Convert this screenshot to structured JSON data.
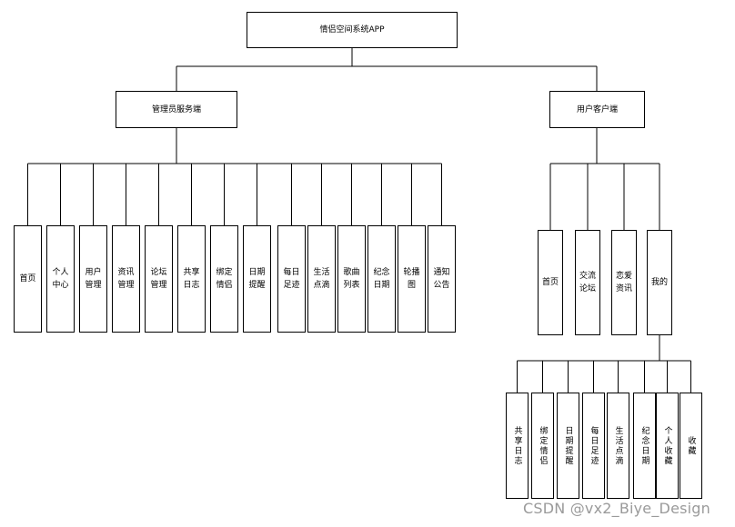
{
  "root": {
    "label": "情侣空间系统APP"
  },
  "admin": {
    "label": "管理员服务端",
    "items": [
      {
        "label": "首页"
      },
      {
        "label": "个人中心"
      },
      {
        "label": "用户管理"
      },
      {
        "label": "资讯管理"
      },
      {
        "label": "论坛管理"
      },
      {
        "label": "共享日志"
      },
      {
        "label": "绑定情侣"
      },
      {
        "label": "日期提醒"
      },
      {
        "label": "每日足迹"
      },
      {
        "label": "生活点滴"
      },
      {
        "label": "歌曲列表"
      },
      {
        "label": "纪念日期"
      },
      {
        "label": "轮播图"
      },
      {
        "label": "通知公告"
      }
    ]
  },
  "user": {
    "label": "用户客户端",
    "items": [
      {
        "label": "首页"
      },
      {
        "label": "交流论坛"
      },
      {
        "label": "恋爱资讯"
      },
      {
        "label": "我的"
      }
    ],
    "mine_items": [
      {
        "label": "共享日志"
      },
      {
        "label": "绑定情侣"
      },
      {
        "label": "日期提醒"
      },
      {
        "label": "每日足迹"
      },
      {
        "label": "生活点滴"
      },
      {
        "label": "纪念日期"
      },
      {
        "label": "个人收藏"
      },
      {
        "label": "收藏"
      }
    ]
  },
  "watermark": "CSDN @vx2_Biye_Design"
}
